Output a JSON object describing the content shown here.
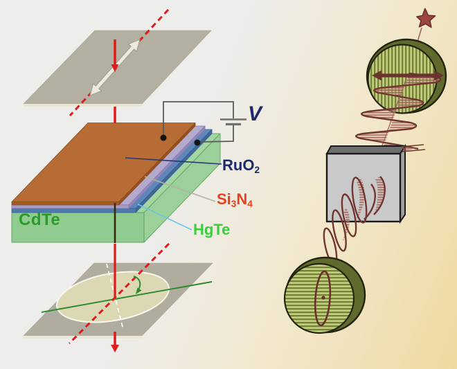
{
  "figure": {
    "description_labels": {
      "cdte": "CdTe",
      "ruo2_base": "RuO",
      "ruo2_sub": "2",
      "si3n4_si": "Si",
      "si3n4_3": "3",
      "si3n4_n": "N",
      "si3n4_4": "4",
      "hgte": "HgTe",
      "voltage": "V"
    },
    "palette": {
      "background_left": "#ededec",
      "background_right_tan": "#eed9a0",
      "polarizer_plate_gray": "#afac9e",
      "plate_edge_cream": "#e9e6d3",
      "beam_red": "#e01b1b",
      "transmission_arrow_cream": "#edeadb",
      "cdte_green_front": "#90cc90",
      "hgte_blue_top": "#5d87b8",
      "si3n4_lavender_top": "#b4aacd",
      "ruo2_orange_top": "#b76b35",
      "cdte_label_green": "#2a9a2a",
      "hgte_label_green": "#3dcc3d",
      "si3n4_label_red": "#e8401c",
      "navy_label": "#1b2a6b",
      "wire_gray": "#5a5a5a",
      "pointer_cyan": "#6ac4e8",
      "pointer_silver": "#b5b1a5",
      "analyzer_ellipse_cream": "#dcd8b4",
      "analyzer_axis_green": "#2e8b2e",
      "disc_face_light_green": "#c3cc85",
      "disc_stripe_olive": "#74842f",
      "disc_rim_olive": "#5f6a2c",
      "wave_maroon": "#713630",
      "star_red": "#9c453f",
      "cube_front_gray": "#c9c9c9",
      "cube_top_gray": "#6e6e6e"
    }
  }
}
